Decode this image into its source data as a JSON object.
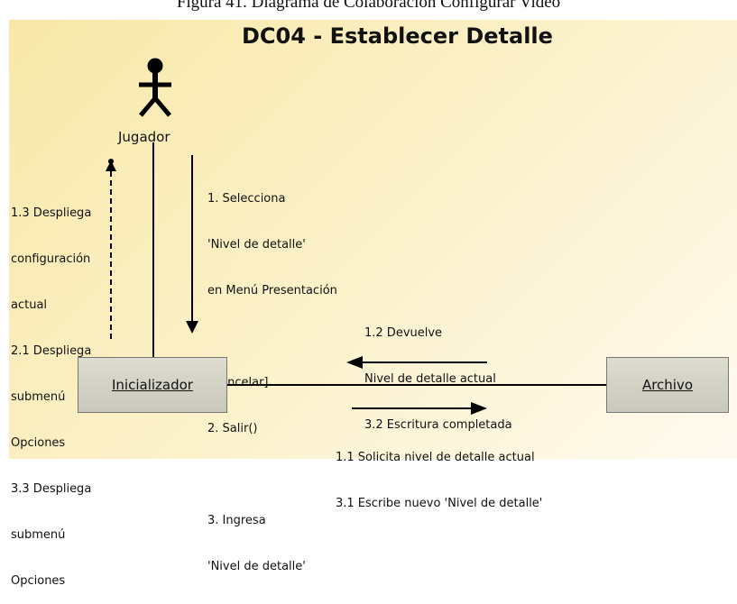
{
  "caption": "Figura 41.  Diagrama de Colaboración  Configurar Video",
  "title": "DC04 - Establecer Detalle",
  "actor": {
    "label": "Jugador"
  },
  "objects": {
    "inicializador": "Inicializador",
    "archivo": "Archivo"
  },
  "messages": {
    "jugador_to_init": [
      "1. Selecciona",
      "'Nivel de detalle'",
      "en Menú Presentación",
      "",
      "[Cancelar]",
      "2. Salir()",
      "",
      "3. Ingresa",
      "'Nivel de detalle'"
    ],
    "init_to_jugador": [
      "1.3 Despliega",
      "configuración",
      "actual",
      "2.1 Despliega",
      "submenú",
      "Opciones",
      "3.3 Despliega",
      "submenú",
      "Opciones"
    ],
    "archivo_to_init": [
      "1.2 Devuelve",
      "Nivel de detalle actual",
      "3.2 Escritura completada"
    ],
    "init_to_archivo": [
      "1.1 Solicita nivel de detalle actual",
      "3.1 Escribe nuevo 'Nivel de detalle'"
    ]
  }
}
